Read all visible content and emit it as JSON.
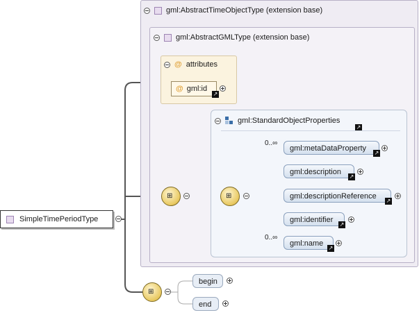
{
  "root": {
    "label": "SimpleTimePeriodType"
  },
  "ext1": {
    "label": "gml:AbstractTimeObjectType (extension base)"
  },
  "ext2": {
    "label": "gml:AbstractGMLType (extension base)"
  },
  "attributes": {
    "label": "attributes",
    "items": [
      "gml:id"
    ]
  },
  "group": {
    "label": "gml:StandardObjectProperties"
  },
  "group_elements": [
    {
      "label": "gml:metaDataProperty",
      "card": "0..∞"
    },
    {
      "label": "gml:description",
      "card": ""
    },
    {
      "label": "gml:descriptionReference",
      "card": ""
    },
    {
      "label": "gml:identifier",
      "card": ""
    },
    {
      "label": "gml:name",
      "card": "0..∞"
    }
  ],
  "local_elements": [
    {
      "label": "begin"
    },
    {
      "label": "end"
    }
  ],
  "icons": {
    "expand": "plus-circle-icon",
    "collapse": "minus-circle-icon",
    "sequence": "sequence-compositor-icon",
    "reference": "reference-arrow-icon",
    "attribute": "attribute-at-icon",
    "complex_type": "complex-type-icon",
    "group": "group-icon"
  }
}
